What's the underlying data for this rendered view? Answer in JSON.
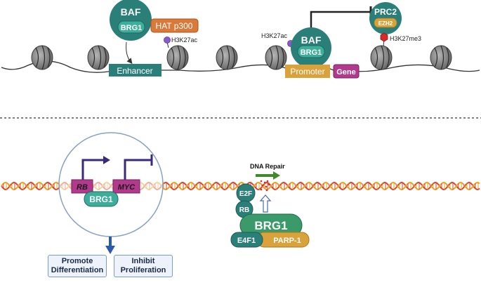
{
  "top": {
    "baf_left": "BAF",
    "brg1_left": "BRG1",
    "hat": "HAT p300",
    "mark_h3k27ac_left": "H3K27ac",
    "enhancer": "Enhancer",
    "mark_h3k27ac_mid": "H3K27ac",
    "baf_mid": "BAF",
    "brg1_mid": "BRG1",
    "promoter": "Promoter",
    "gene": "Gene",
    "prc2": "PRC2",
    "ezh2": "EZH2",
    "mark_h3k27me3": "H3K27me3"
  },
  "bottom": {
    "rb": "RB",
    "myc": "MYC",
    "brg1_circle": "BRG1",
    "promote": "Promote\nDifferentiation",
    "inhibit": "Inhibit\nProliferation",
    "dna_repair": "DNA Repair",
    "e2f": "E2F",
    "rb_complex": "RB",
    "brg1_complex": "BRG1",
    "e4f1": "E4F1",
    "parp1": "PARP-1"
  },
  "colors": {
    "teal_dark": "#2a7f78",
    "teal_light": "#2f9a8e",
    "hat_orange": "#d97a3a",
    "promoter_gold": "#d9a23a",
    "gene_magenta": "#b23a8c",
    "nucleosome_gray": "#7a7a7a",
    "dna_red": "#d9452a",
    "dna_orange": "#e8a02a",
    "arrow_navy": "#3a2a7a",
    "repair_green": "#3f8a2a",
    "h3k27ac_purple": "#8a5ac8",
    "h3k27me3_red": "#d92a2a"
  }
}
